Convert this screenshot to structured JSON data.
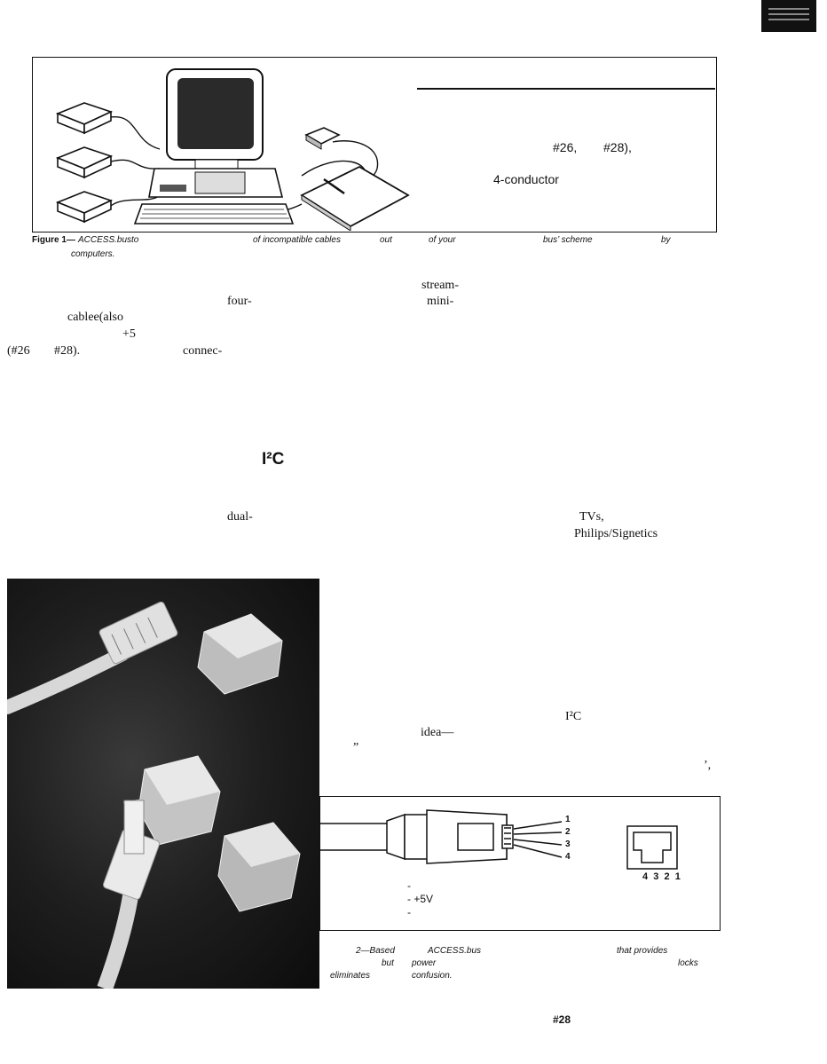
{
  "fig1": {
    "side_labels": [
      "#26,",
      "#28),",
      "4-conductor"
    ],
    "caption_prefix": "Figure 1—",
    "caption_words": [
      "ACCESS.bus",
      "to",
      "of incompatible cables",
      "out",
      "of your",
      "bus’ scheme",
      "by"
    ],
    "caption_line2": "computers."
  },
  "body_top": {
    "words": [
      "stream-",
      "four-",
      "mini-",
      "cablee(also",
      "+5",
      "(#26",
      "#28).",
      "connec-"
    ]
  },
  "body_mid": {
    "heading": "I²C",
    "words": [
      "dual-",
      "TVs,",
      "Philips/Signetics"
    ]
  },
  "body_right": {
    "words": [
      "I²C",
      "idea—",
      "”",
      "’,"
    ]
  },
  "fig2": {
    "pin_labels": [
      "1",
      "2",
      "3",
      "4"
    ],
    "jack_pins": "4  3  2  1",
    "wire_legend": [
      "-",
      "- +5V",
      "-"
    ],
    "caption_words": [
      "2—Based",
      "ACCESS.bus",
      "that provides",
      "but",
      "power",
      "locks"
    ],
    "caption_line2": [
      "eliminates",
      "confusion."
    ]
  },
  "footer": {
    "page_ref": "#28"
  }
}
